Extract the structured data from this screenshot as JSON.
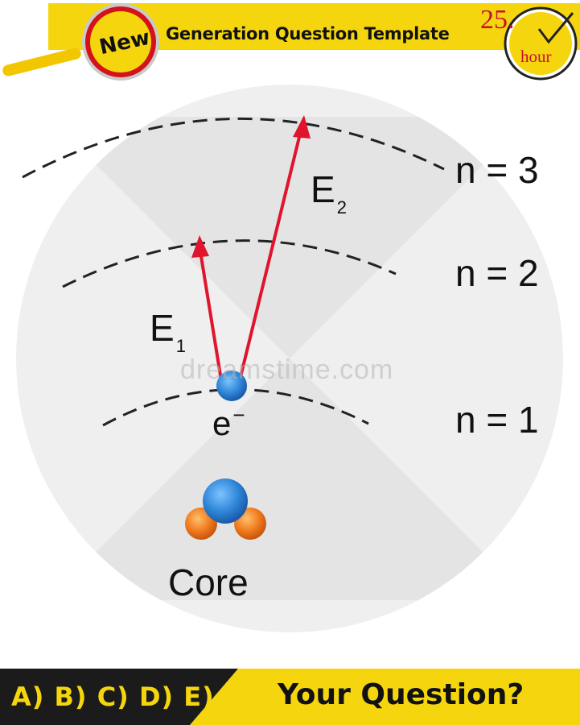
{
  "header": {
    "badge": "New",
    "title": "Generation Question Template",
    "clock_number": "25.",
    "clock_unit": "hour"
  },
  "diagram": {
    "shells": [
      {
        "label": "n = 3"
      },
      {
        "label": "n = 2"
      },
      {
        "label": "n = 1"
      }
    ],
    "transitions": [
      {
        "label": "E",
        "subscript": "1"
      },
      {
        "label": "E",
        "subscript": "2"
      }
    ],
    "electron": {
      "label": "e",
      "superscript": "−"
    },
    "core_label": "Core",
    "watermark": "dreamstime.com"
  },
  "footer": {
    "options": "A) B) C) D) E)",
    "question": "Your Question?"
  },
  "colors": {
    "accent_yellow": "#f5d60e",
    "arrow_red": "#e0142d",
    "electron_blue": "#2f86d8",
    "proton_orange": "#f07a1e",
    "disc_gray": "#ececec"
  }
}
